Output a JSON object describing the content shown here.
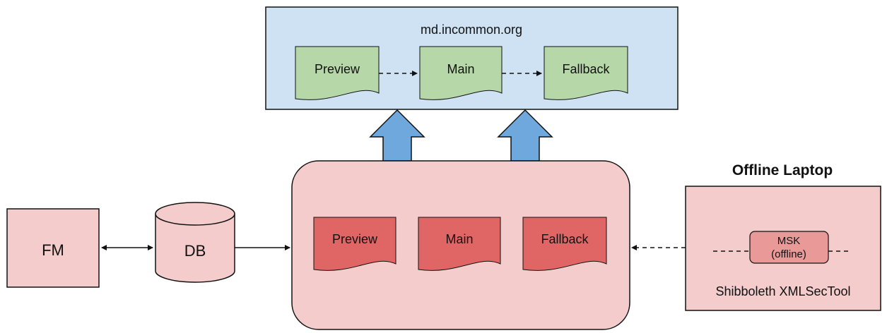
{
  "top_box": {
    "title": "md.incommon.org",
    "docs": [
      "Preview",
      "Main",
      "Fallback"
    ],
    "fill": "#cfe2f3",
    "doc_fill": "#b6d7a8"
  },
  "signer_box": {
    "docs": [
      "Preview",
      "Main",
      "Fallback"
    ],
    "fill": "#f4cccc",
    "doc_fill": "#e06666"
  },
  "fm": {
    "label": "FM"
  },
  "db": {
    "label": "DB"
  },
  "offline": {
    "heading": "Offline Laptop",
    "msk_line1": "MSK",
    "msk_line2": "(offline)",
    "tool": "Shibboleth XMLSecTool",
    "msk_fill": "#ea9999"
  },
  "arrow_fill": "#6fa8dc"
}
